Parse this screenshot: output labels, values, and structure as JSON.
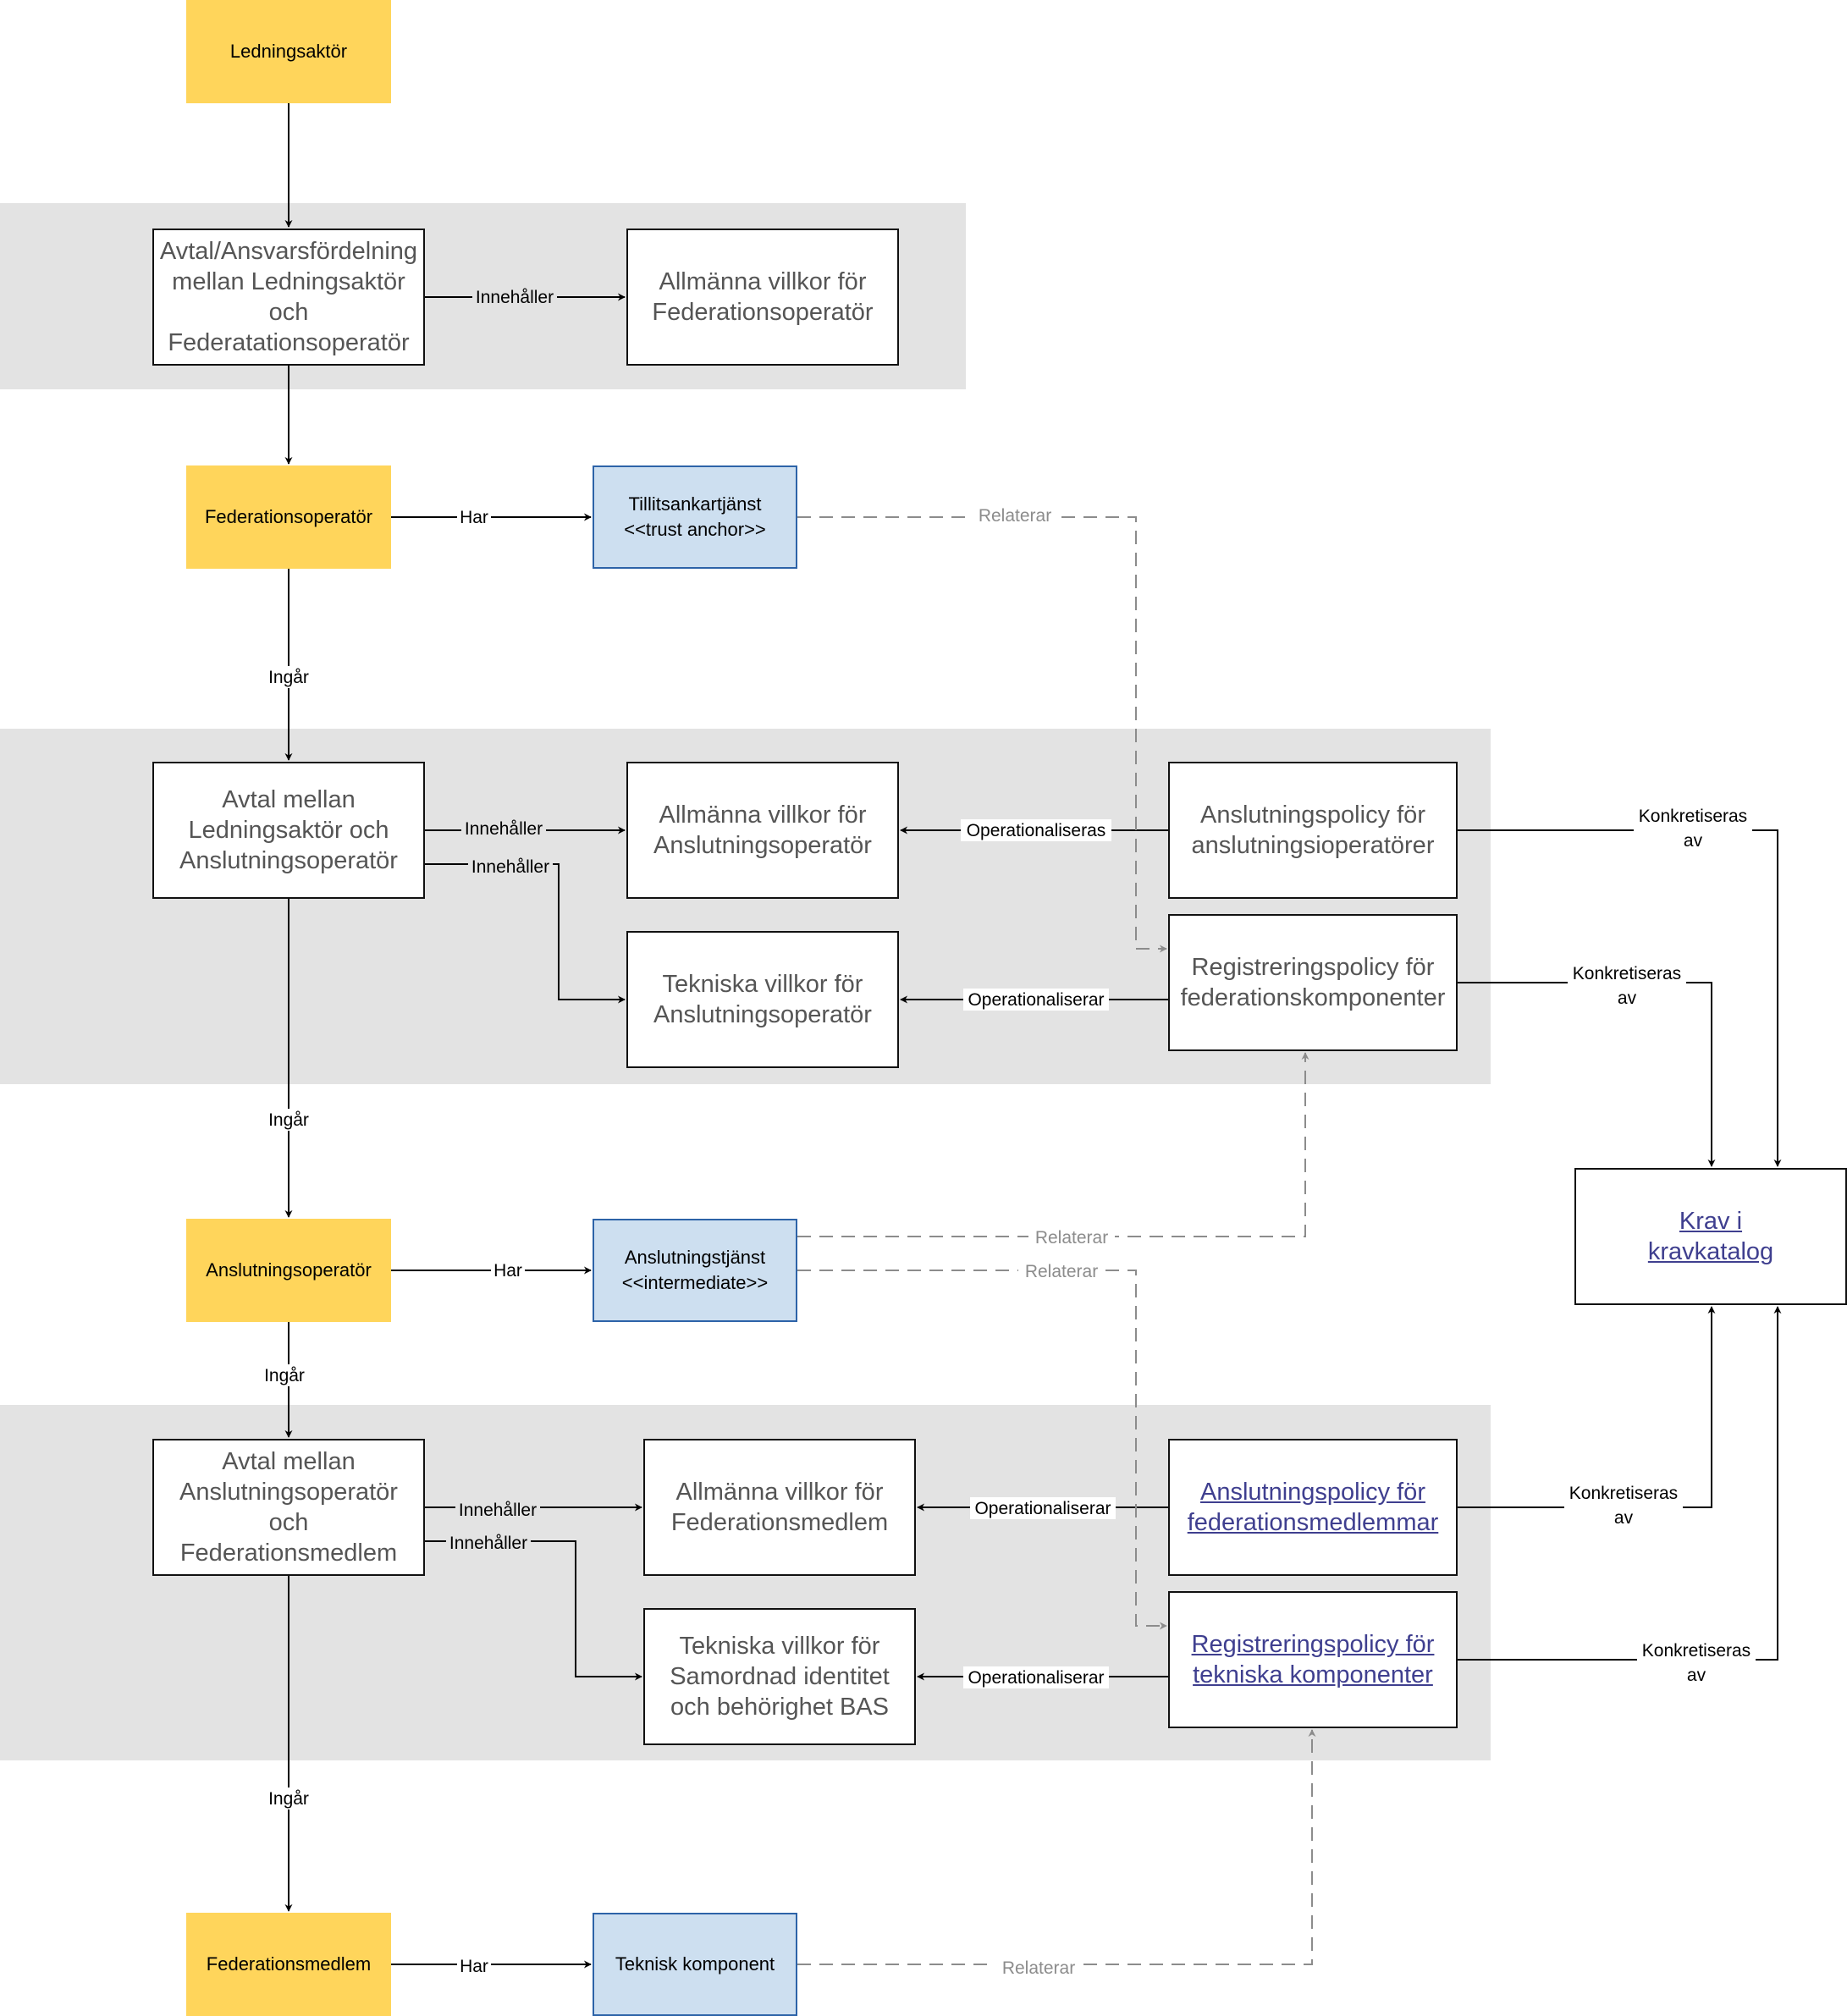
{
  "actors": {
    "ledningsaktor": "Ledningsaktör",
    "federationsoperator": "Federationsoperatör",
    "anslutningsoperator": "Anslutningsoperatör",
    "federationsmedlem": "Federationsmedlem"
  },
  "services": {
    "tillitsankar": "Tillitsankartjänst\n<<trust anchor>>",
    "anslutningstjanst": "Anslutningstjänst\n<<intermediate>>",
    "teknisk_komponent": "Teknisk komponent"
  },
  "documents": {
    "avtal_ansvar": "Avtal/Ansvarsfördelning\nmellan Ledningsaktör\noch\nFederatationsoperatör",
    "allm_fedop": "Allmänna villkor för\nFederationsoperatör",
    "avtal_ansl": "Avtal mellan\nLedningsaktör och\nAnslutningsoperatör",
    "allm_anslop": "Allmänna villkor för\nAnslutningsoperatör",
    "tekn_anslop": "Tekniska villkor för\nAnslutningsoperatör",
    "ansl_policy_op": "Anslutningspolicy för\nanslutningsioperatörer",
    "reg_policy_fed": "Registreringspolicy för\nfederationskomponenter",
    "krav": "Krav i \nkravkatalog",
    "avtal_medlem": "Avtal mellan\nAnslutningsoperatör\noch\nFederationsmedlem",
    "allm_fedmedlem": "Allmänna villkor för\nFederationsmedlem",
    "tekn_bas": "Tekniska villkor för\nSamordnad identitet\noch behörighet BAS",
    "ansl_policy_medlem": "Anslutningspolicy för\nfederationsmedlemmar",
    "reg_policy_tekn": "Registreringspolicy för\ntekniska komponenter"
  },
  "edge_labels": {
    "innehaller": "Innehåller",
    "har": "Har",
    "ingar": "Ingår",
    "relaterar": "Relaterar",
    "operationaliseras": "Operationaliseras",
    "operationaliserar": "Operationaliserar",
    "konkretiseras": "Konkretiseras",
    "av": "av"
  },
  "colors": {
    "actor_fill": "#ffd55b",
    "service_fill": "#cddff0",
    "service_border": "#2d63a8",
    "band_fill": "#e3e3e3",
    "link_text": "#3f3f8f",
    "relation_line": "#8c8c8c"
  }
}
